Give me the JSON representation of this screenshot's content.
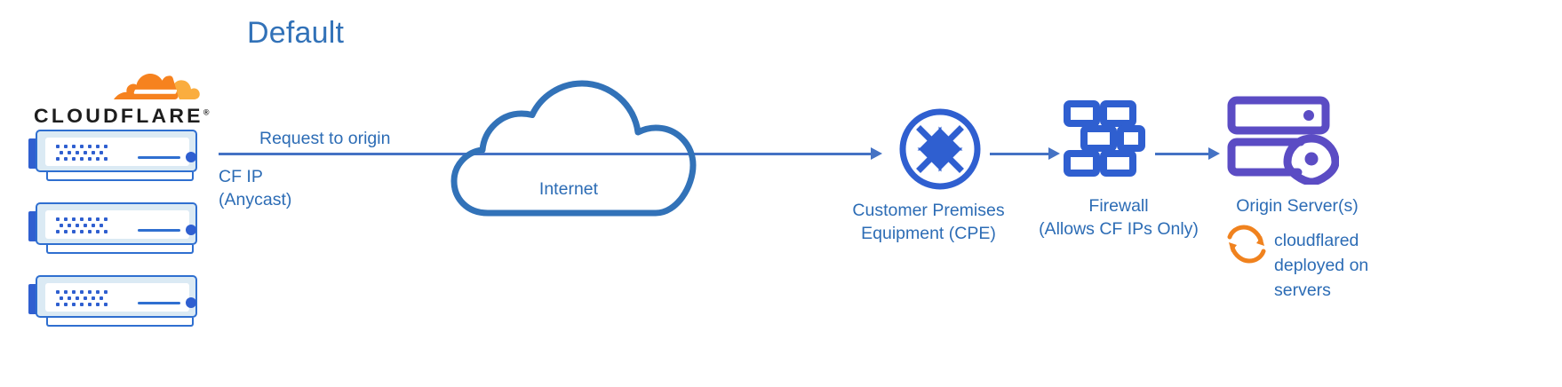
{
  "diagram": {
    "title": "Default",
    "brand": {
      "wordmark": "CLOUDFLARE",
      "trademark": "®",
      "logo_icon": "cloudflare-cloud-logo",
      "orange": "#f6821f",
      "orange_light": "#faad3f"
    },
    "colors": {
      "primary_blue": "#2c6cb5",
      "icon_blue": "#2f5fd0",
      "line_blue": "#4472c4",
      "cloud_blue": "#3272b8",
      "purple": "#5b4cc4",
      "server_fill": "#dbeaf4",
      "background": "#ffffff"
    },
    "nodes": [
      {
        "id": "cloudflare-edge",
        "label": "CLOUDFLARE",
        "sub_label_line1": "CF IP",
        "sub_label_line2": "(Anycast)",
        "icon": "server-stack-icon",
        "server_count": 3
      },
      {
        "id": "internet",
        "label": "Internet",
        "icon": "cloud-icon"
      },
      {
        "id": "cpe",
        "label_line1": "Customer Premises",
        "label_line2": "Equipment (CPE)",
        "icon": "router-four-arrows-circle-icon"
      },
      {
        "id": "firewall",
        "label_line1": "Firewall",
        "label_line2": "(Allows CF IPs Only)",
        "icon": "brick-wall-icon"
      },
      {
        "id": "origin",
        "label": "Origin Server(s)",
        "icon": "origin-server-pin-icon",
        "annotation_line1": "cloudflared",
        "annotation_line2": "deployed on",
        "annotation_line3": "servers",
        "annotation_icon": "sync-refresh-icon"
      }
    ],
    "edges": [
      {
        "id": "edge-request",
        "label": "Request to origin",
        "from": "cloudflare-edge",
        "to": "cpe"
      },
      {
        "id": "edge-cpe-firewall",
        "label": "",
        "from": "cpe",
        "to": "firewall"
      },
      {
        "id": "edge-firewall-origin",
        "label": "",
        "from": "firewall",
        "to": "origin"
      }
    ]
  }
}
